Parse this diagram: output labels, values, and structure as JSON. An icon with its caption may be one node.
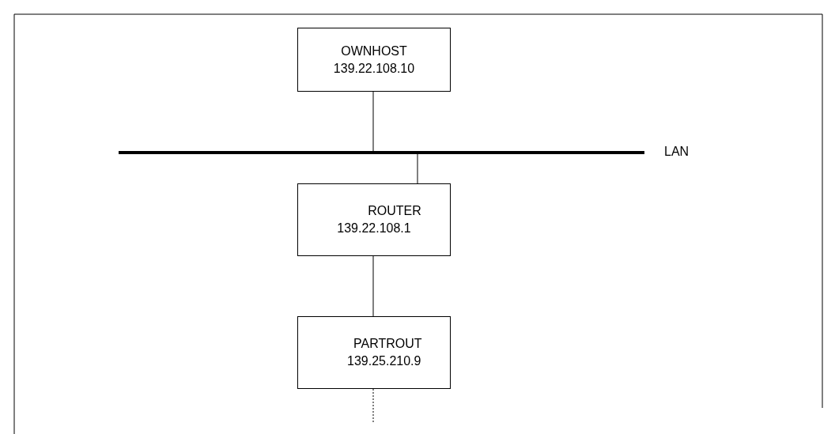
{
  "diagram": {
    "nodes": [
      {
        "text": [
          "OWNHOST",
          "139.22.108.10"
        ]
      },
      {
        "text": [],
        "shape": "bar",
        "beside": [
          "LAN"
        ]
      },
      {
        "text": [
          "ROUTER",
          "139.22.108.1"
        ]
      },
      {
        "text": [
          "PARTROUT",
          "139.25.210.9"
        ]
      }
    ],
    "edges": [
      {
        "from": 0,
        "to": 1,
        "arrow": "none"
      },
      {
        "from": 1,
        "to": 2,
        "arrow": "none"
      },
      {
        "from": 2,
        "to": 3,
        "arrow": "none"
      },
      {
        "from": 3,
        "to": null,
        "arrow": "none",
        "style": "dashed"
      }
    ]
  }
}
